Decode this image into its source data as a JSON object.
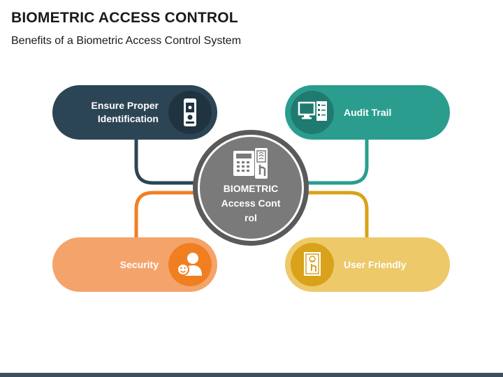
{
  "header": {
    "title": "BIOMETRIC ACCESS CONTROL",
    "subtitle": "Benefits of a Biometric Access Control System"
  },
  "center": {
    "label": "BIOMETRIC Access Control",
    "icon": "fingerprint-scanner-icon"
  },
  "nodes": [
    {
      "id": "identification",
      "label_lines": [
        "Ensure Proper",
        "Identification"
      ],
      "color": "#2c4555",
      "icon": "phone-id-icon"
    },
    {
      "id": "audit",
      "label_lines": [
        "Audit Trail"
      ],
      "color": "#2a9d8f",
      "icon": "monitor-checklist-icon"
    },
    {
      "id": "security",
      "label_lines": [
        "Security"
      ],
      "color": "#f4a46b",
      "accent": "#f07f22",
      "icon": "user-smile-icon"
    },
    {
      "id": "user-friendly",
      "label_lines": [
        "User Friendly"
      ],
      "color": "#edc96a",
      "accent": "#d9a21a",
      "icon": "touch-panel-icon"
    }
  ],
  "colors": {
    "dark_slate": "#2c4555",
    "teal": "#2a9d8f",
    "orange": "#f07f22",
    "gold": "#d9a21a",
    "gray": "#7a7a7a"
  }
}
